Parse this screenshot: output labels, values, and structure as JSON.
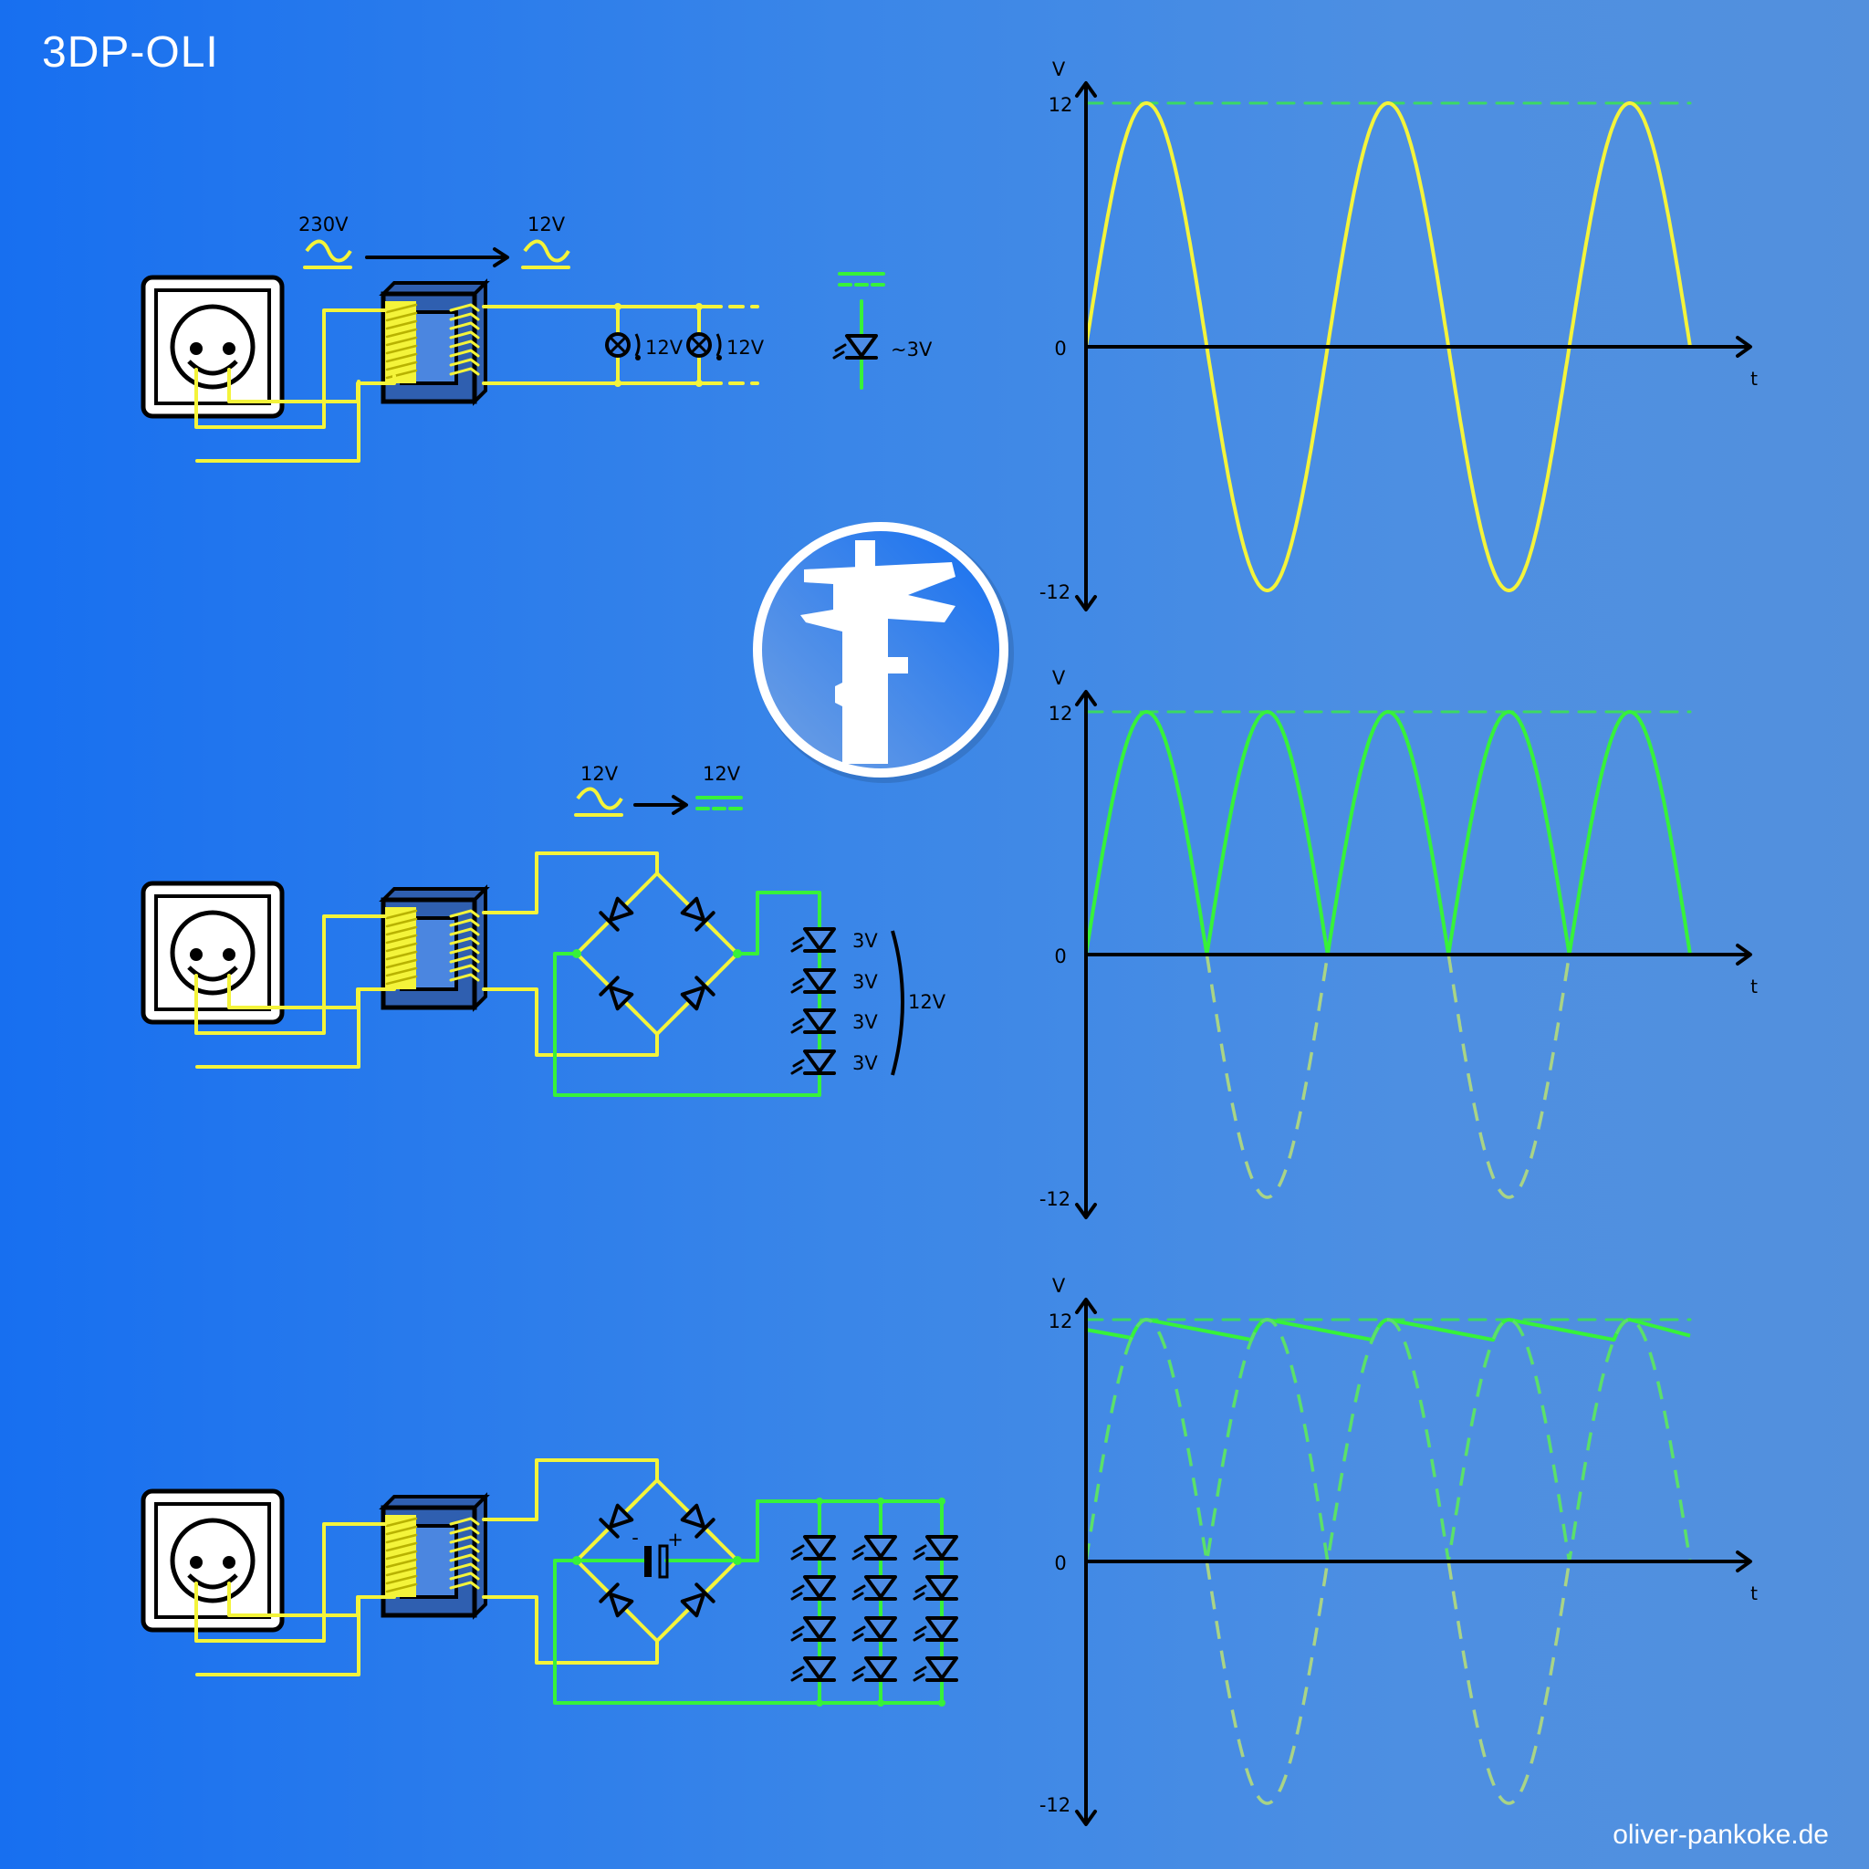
{
  "brand": "3DP-OLI",
  "footer": "oliver-pankoke.de",
  "colors": {
    "ac": "#f4f43a",
    "dc": "#37f23a",
    "ink": "#000000",
    "socket": "#ffffff"
  },
  "logo": {
    "icon": "caliper-icon"
  },
  "circuits": {
    "transform": {
      "in_label": "230V",
      "out_label": "12V",
      "lamp1_label": "12V",
      "lamp2_label": "12V",
      "led_label": "~3V"
    },
    "rectify": {
      "in_label": "12V",
      "out_label": "12V",
      "led_labels": [
        "3V",
        "3V",
        "3V",
        "3V"
      ],
      "total_label": "12V"
    },
    "smooth": {
      "cap_minus": "-",
      "cap_plus": "+"
    }
  },
  "chart_data": [
    {
      "type": "line",
      "title": "",
      "xlabel": "t",
      "ylabel": "V",
      "ylim": [
        -12,
        12
      ],
      "yticks": [
        "12",
        "0",
        "-12"
      ],
      "peak_line": 12,
      "periods": 2.5,
      "series": [
        {
          "style": "solid",
          "color": "#f4f43a",
          "kind": "sine"
        }
      ]
    },
    {
      "type": "line",
      "title": "",
      "xlabel": "t",
      "ylabel": "V",
      "ylim": [
        -12,
        12
      ],
      "yticks": [
        "12",
        "0",
        "-12"
      ],
      "peak_line": 12,
      "periods": 2.5,
      "series": [
        {
          "style": "solid",
          "color": "#37f23a",
          "kind": "rectified"
        },
        {
          "style": "dashed",
          "color": "#a9d486",
          "kind": "negative-half"
        }
      ]
    },
    {
      "type": "line",
      "title": "",
      "xlabel": "t",
      "ylabel": "V",
      "ylim": [
        -12,
        12
      ],
      "yticks": [
        "12",
        "0",
        "-12"
      ],
      "peak_line": 12,
      "periods": 2.5,
      "ripple_min": 11,
      "series": [
        {
          "style": "solid",
          "color": "#37f23a",
          "kind": "smoothed"
        },
        {
          "style": "dashed",
          "color": "#5be06a",
          "kind": "rectified"
        },
        {
          "style": "dashed",
          "color": "#a9d486",
          "kind": "negative-half"
        }
      ]
    }
  ]
}
